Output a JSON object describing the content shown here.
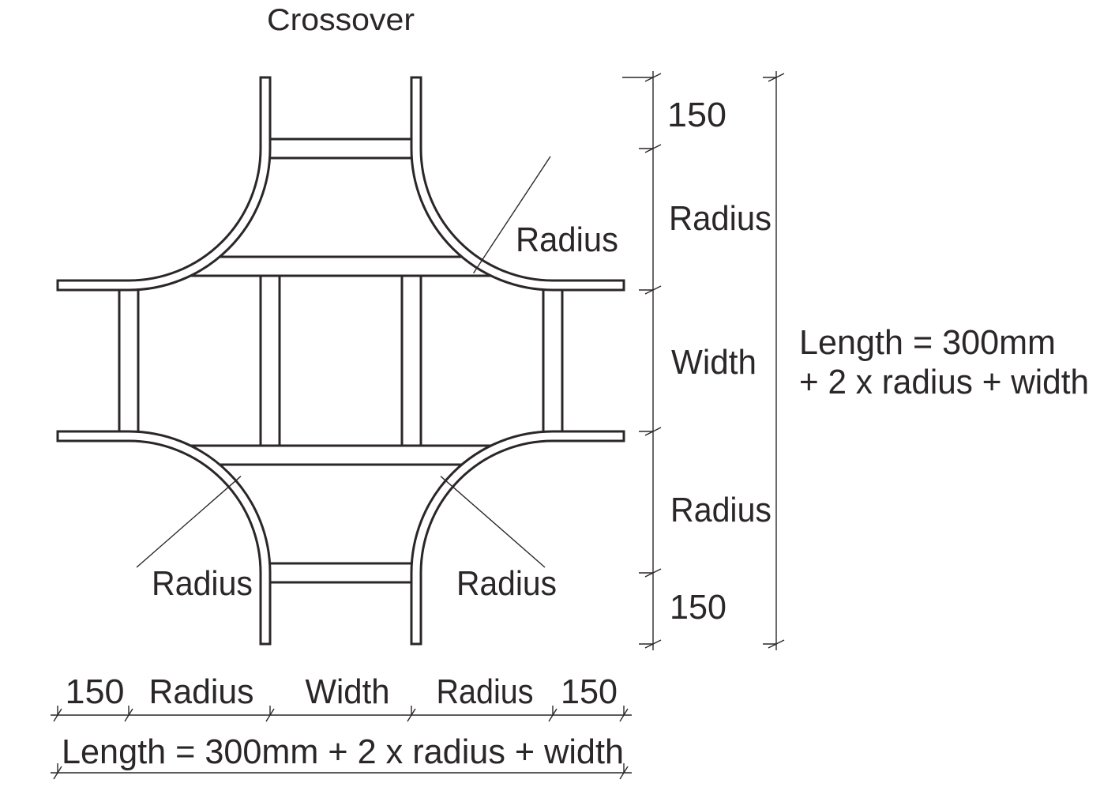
{
  "title": "Crossover",
  "colors": {
    "ink": "#2b2728",
    "background": "#ffffff"
  },
  "callouts": {
    "top_right": "Radius",
    "bottom_left": "Radius",
    "bottom_right": "Radius"
  },
  "dimensions": {
    "right": {
      "segments": [
        "150",
        "Radius",
        "Width",
        "Radius",
        "150"
      ],
      "total_line1": "Length = 300mm",
      "total_line2": "+ 2 x radius + width"
    },
    "bottom": {
      "segments": [
        "150",
        "Radius",
        "Width",
        "Radius",
        "150"
      ],
      "total": "Length = 300mm + 2 x radius + width"
    }
  }
}
